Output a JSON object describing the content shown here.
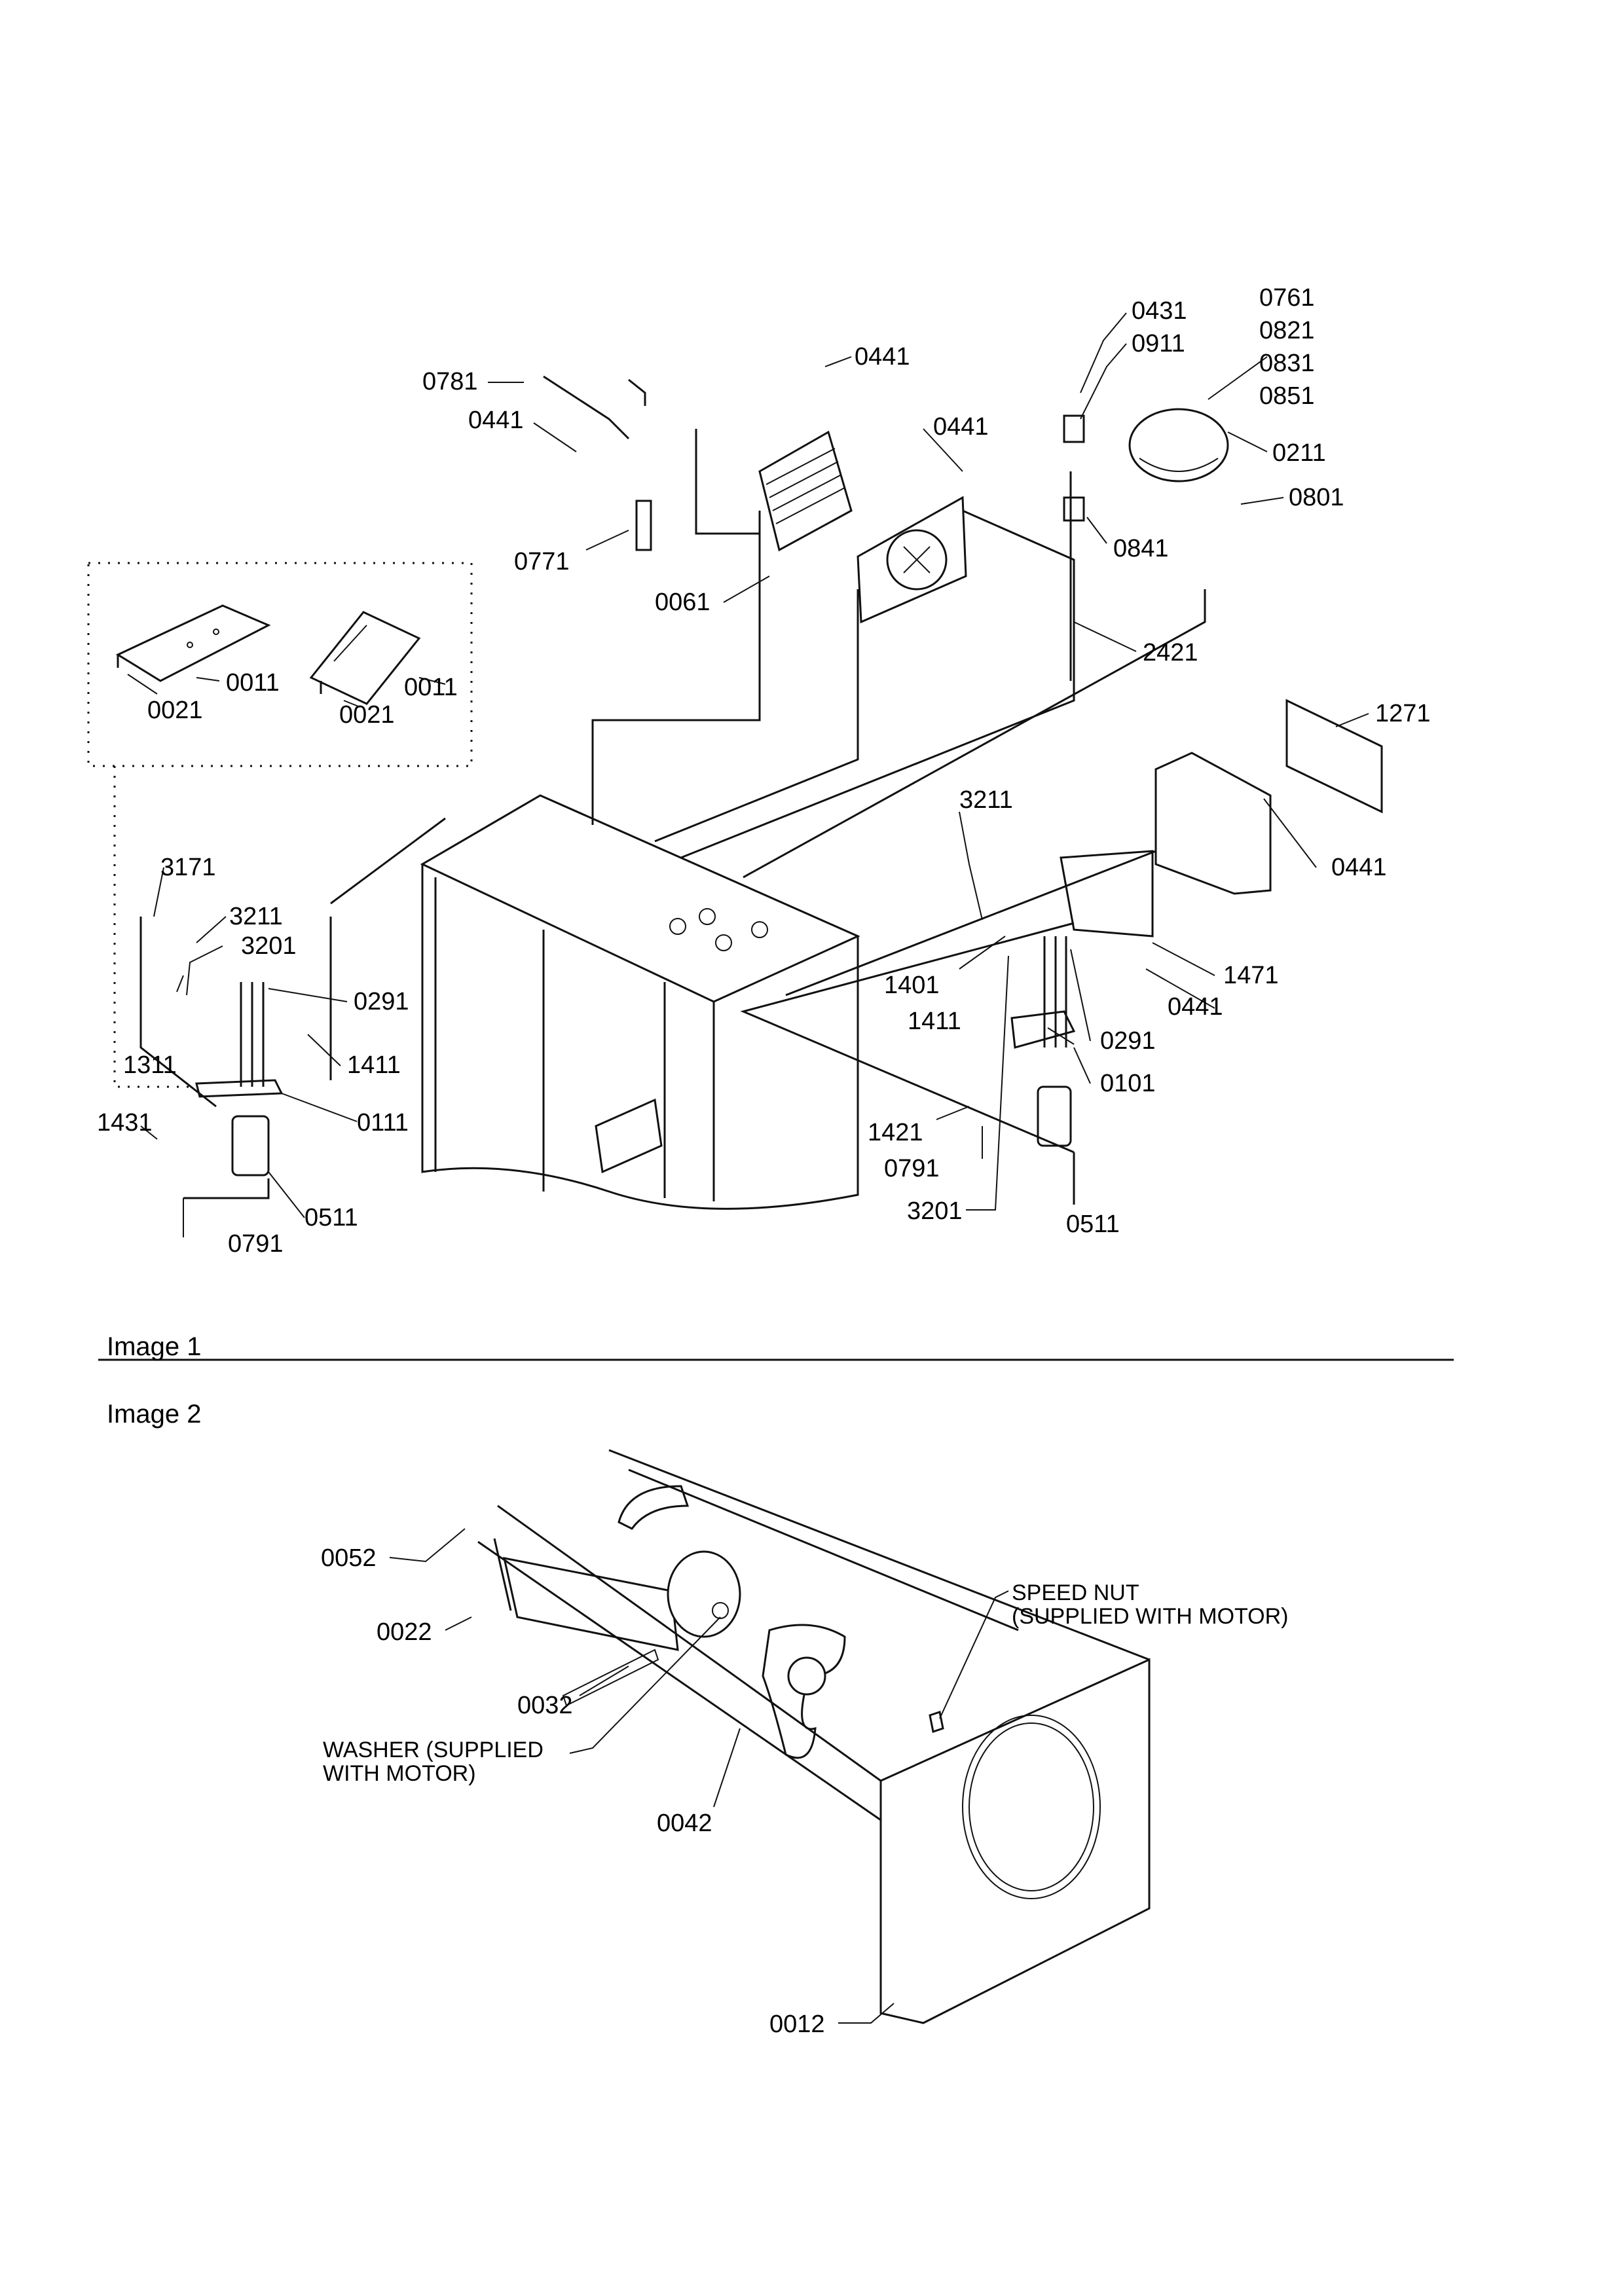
{
  "captions": {
    "image1": "Image 1",
    "image2": "Image 2"
  },
  "image1_labels": {
    "l0761": "0761",
    "l0821": "0821",
    "l0831": "0831",
    "l0851": "0851",
    "l0431": "0431",
    "l0911": "0911",
    "l0441_top": "0441",
    "l0781": "0781",
    "l0441_left": "0441",
    "l0441_mid": "0441",
    "l0211": "0211",
    "l0801": "0801",
    "l0771": "0771",
    "l0841": "0841",
    "l0061": "0061",
    "l2421": "2421",
    "l0011_a": "0011",
    "l0011_b": "0011",
    "l0021_a": "0021",
    "l0021_b": "0021",
    "l1271": "1271",
    "l3211_r": "3211",
    "l0441_r1": "0441",
    "l3171": "3171",
    "l3211_l": "3211",
    "l3201_l": "3201",
    "l0291_l": "0291",
    "l1471": "1471",
    "l1401": "1401",
    "l0441_r2": "0441",
    "l1411_r": "1411",
    "l0291_r": "0291",
    "l1311": "1311",
    "l1411_l": "1411",
    "l0101": "0101",
    "l0111": "0111",
    "l1431": "1431",
    "l1421": "1421",
    "l0791_r": "0791",
    "l0511_l": "0511",
    "l3201_r": "3201",
    "l0511_r": "0511",
    "l0791_l": "0791"
  },
  "image2_labels": {
    "l0052": "0052",
    "l0022": "0022",
    "l0032": "0032",
    "l0042": "0042",
    "l0012": "0012",
    "speed_nut": "SPEED NUT\n(SUPPLIED WITH MOTOR)",
    "washer": "WASHER (SUPPLIED\nWITH MOTOR)"
  }
}
